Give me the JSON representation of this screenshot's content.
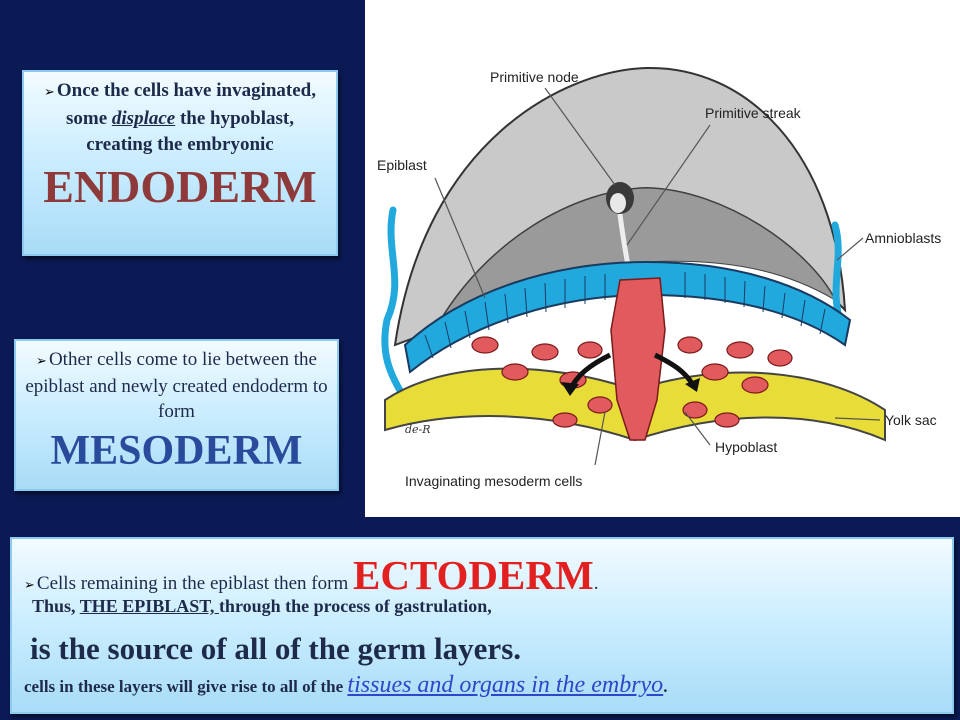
{
  "endoderm_box": {
    "text_before": "Once the cells have invaginated, some ",
    "text_emphasis": "displace",
    "text_after": " the hypoblast, creating the embryonic",
    "heading": "ENDODERM"
  },
  "mesoderm_box": {
    "text": "Other cells come to lie between the epiblast and newly created endoderm to form",
    "heading": "MESODERM"
  },
  "ectoderm_box": {
    "line1_text": "Cells remaining in the epiblast then form ",
    "line1_heading": "ECTODERM",
    "line1_end": ".",
    "line2_prefix": "Thus, ",
    "line2_underlined": "THE EPIBLAST, ",
    "line2_rest": "through the process of gastrulation,",
    "line3": "is the source of all of the germ layers.",
    "line4_text": "cells in these layers will give rise to all of the ",
    "line4_emphasis": "tissues and organs in the embryo",
    "line4_end": "."
  },
  "figure": {
    "labels": {
      "primitive_node": "Primitive node",
      "primitive_streak": "Primitive streak",
      "epiblast": "Epiblast",
      "amnioblasts": "Amnioblasts",
      "yolk_sac": "Yolk sac",
      "hypoblast": "Hypoblast",
      "invaginating": "Invaginating mesoderm cells",
      "signature": "de-R"
    },
    "colors": {
      "epiblast": "#21a9de",
      "hypoblast": "#e8dd38",
      "mesoderm": "#e05a5e",
      "amnion": "#c8c8c8"
    }
  }
}
